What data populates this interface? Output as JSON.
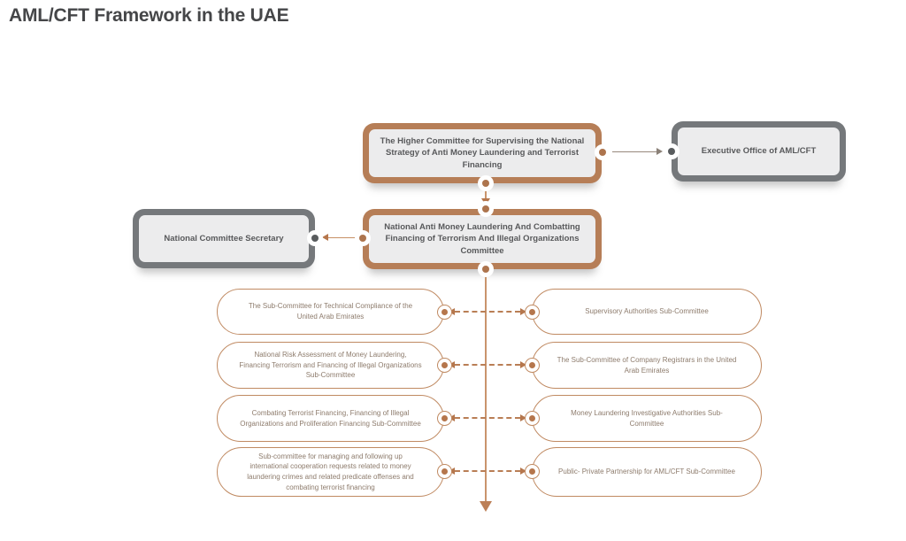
{
  "title": "AML/CFT Framework in the UAE",
  "nodes": {
    "higher_committee": "The Higher Committee for Supervising the National Strategy of Anti Money Laundering and Terrorist Financing",
    "executive_office": "Executive Office of AML/CFT",
    "national_committee": "National Anti Money Laundering And Combatting Financing of Terrorism And Illegal Organizations Committee",
    "secretary": "National Committee Secretary"
  },
  "sub_committees": {
    "left": [
      "The Sub-Committee for Technical Compliance of the United Arab Emirates",
      "National Risk Assessment of Money Laundering, Financing Terrorism and Financing of Illegal Organizations Sub-Committee",
      "Combating Terrorist Financing, Financing of Illegal Organizations and Proliferation Financing Sub-Committee",
      "Sub-committee for managing and following up international cooperation requests related to money laundering crimes and related predicate offenses and combating terrorist financing"
    ],
    "right": [
      "Supervisory Authorities Sub-Committee",
      "The Sub-Committee of Company Registrars in the United Arab Emirates",
      "Money Laundering Investigative Authorities Sub-Committee",
      "Public- Private Partnership for AML/CFT Sub-Committee"
    ]
  },
  "colors": {
    "accent_brown": "#b67e57",
    "accent_gray": "#75787b",
    "panel_fill": "#ececed",
    "line_brown": "#c79066",
    "pill_text": "#8d7b6c",
    "node_text": "#58595b"
  }
}
